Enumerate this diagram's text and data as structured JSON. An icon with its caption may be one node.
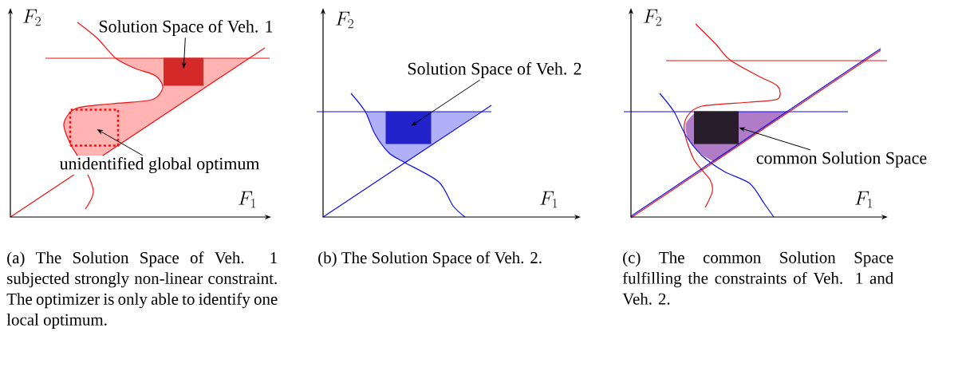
{
  "diagram": {
    "nodes": [
      {
        "text": [
          "Solution Space of Veh. 1"
        ]
      },
      {
        "text": [],
        "shape": "box"
      },
      {
        "text": [
          "unidentified global optimum"
        ]
      },
      {
        "text": [],
        "shape": "box"
      },
      {
        "text": [
          "Solution Space of Veh. 2"
        ]
      },
      {
        "text": [],
        "shape": "box"
      },
      {
        "text": [
          "common Solution Space"
        ]
      },
      {
        "text": [],
        "shape": "box"
      }
    ],
    "edges": [
      {
        "from": 0,
        "to": 1,
        "arrow": "to"
      },
      {
        "from": 2,
        "to": 3,
        "arrow": "to"
      },
      {
        "from": 4,
        "to": 5,
        "arrow": "to"
      },
      {
        "from": 6,
        "to": 7,
        "arrow": "to"
      }
    ],
    "labels": [
      "F_2",
      "F_1",
      "F_2",
      "F_1",
      "F_2",
      "F_1",
      "(a) The Solution Space of Veh. 1 subjected strongly non-linear constraint. The optimizer is only able to identify one local optimum.",
      "(b) The Solution Space of Veh. 2.",
      "(c) The common Solution Space fulfilling the constraints of Veh. 1 and Veh. 2."
    ]
  }
}
